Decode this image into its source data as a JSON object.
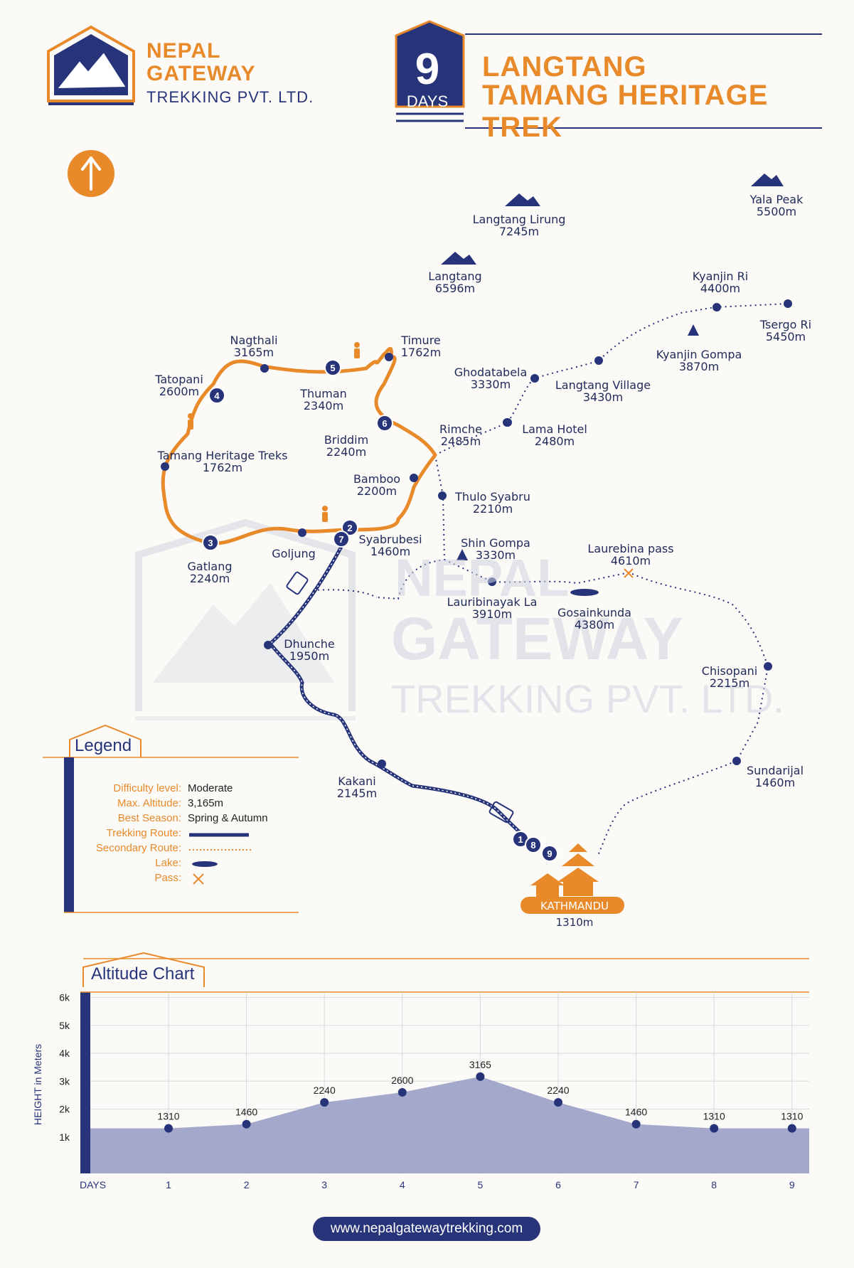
{
  "brand": {
    "name_line1": "NEPAL",
    "name_line2": "GATEWAY",
    "subtitle": "TREKKING PVT. LTD.",
    "primary_color": "#27347a",
    "accent_color": "#e8892a"
  },
  "header": {
    "days_number": "9",
    "days_label": "DAYS",
    "title_line1": "LANGTANG",
    "title_line2": "TAMANG HERITAGE TREK"
  },
  "compass": {
    "icon": "north-arrow-icon"
  },
  "peaks": [
    {
      "name": "Langtang Lirung",
      "elevation": "7245m"
    },
    {
      "name": "Yala Peak",
      "elevation": "5500m"
    },
    {
      "name": "Langtang",
      "elevation": "6596m"
    }
  ],
  "places": [
    {
      "name": "Kyanjin Ri",
      "elevation": "4400m"
    },
    {
      "name": "Tsergo Ri",
      "elevation": "5450m"
    },
    {
      "name": "Kyanjin Gompa",
      "elevation": "3870m"
    },
    {
      "name": "Nagthali",
      "elevation": "3165m"
    },
    {
      "name": "Timure",
      "elevation": "1762m"
    },
    {
      "name": "Ghodatabela",
      "elevation": "3330m"
    },
    {
      "name": "Langtang Village",
      "elevation": "3430m"
    },
    {
      "name": "Tatopani",
      "elevation": "2600m"
    },
    {
      "name": "Thuman",
      "elevation": "2340m"
    },
    {
      "name": "Rimche",
      "elevation": "2485m"
    },
    {
      "name": "Lama Hotel",
      "elevation": "2480m"
    },
    {
      "name": "Briddim",
      "elevation": "2240m"
    },
    {
      "name": "Tamang Heritage Treks",
      "elevation": "1762m"
    },
    {
      "name": "Bamboo",
      "elevation": "2200m"
    },
    {
      "name": "Thulo Syabru",
      "elevation": "2210m"
    },
    {
      "name": "Shin Gompa",
      "elevation": "3330m"
    },
    {
      "name": "Laurebina pass",
      "elevation": "4610m"
    },
    {
      "name": "Syabrubesi",
      "elevation": "1460m"
    },
    {
      "name": "Goljung",
      "elevation": ""
    },
    {
      "name": "Gatlang",
      "elevation": "2240m"
    },
    {
      "name": "Lauribinayak La",
      "elevation": "3910m"
    },
    {
      "name": "Gosainkunda",
      "elevation": "4380m"
    },
    {
      "name": "Dhunche",
      "elevation": "1950m"
    },
    {
      "name": "Chisopani",
      "elevation": "2215m"
    },
    {
      "name": "Sundarijal",
      "elevation": "1460m"
    },
    {
      "name": "Kakani",
      "elevation": "2145m"
    },
    {
      "name": "KATHMANDU",
      "elevation": "1310m"
    }
  ],
  "day_markers": [
    "1",
    "2",
    "3",
    "4",
    "5",
    "6",
    "7",
    "8",
    "9"
  ],
  "legend": {
    "title": "Legend",
    "rows": [
      {
        "label": "Difficulty level:",
        "value": "Moderate"
      },
      {
        "label": "Max. Altitude:",
        "value": "3,165m"
      },
      {
        "label": "Best Season:",
        "value": "Spring & Autumn"
      },
      {
        "label": "Trekking Route:",
        "value": ""
      },
      {
        "label": "Secondary Route:",
        "value": ""
      },
      {
        "label": "Lake:",
        "value": ""
      },
      {
        "label": "Pass:",
        "value": ""
      }
    ]
  },
  "chart_data": {
    "type": "area",
    "title": "Altitude Chart",
    "xlabel": "DAYS",
    "ylabel": "HEIGHT in Meters",
    "x": [
      1,
      2,
      3,
      4,
      5,
      6,
      7,
      8,
      9
    ],
    "values": [
      1310,
      1460,
      2240,
      2600,
      3165,
      2240,
      1460,
      1310,
      1310
    ],
    "ytick_labels": [
      "1k",
      "2k",
      "3k",
      "4k",
      "5k",
      "6k"
    ],
    "ylim": [
      0,
      6500
    ],
    "grid": true,
    "fill_color": "#9aa0c6"
  },
  "watermark": {
    "line1": "NEPAL",
    "line2": "GATEWAY",
    "line3": "TREKKING PVT. LTD."
  },
  "footer": {
    "url": "www.nepalgatewaytrekking.com"
  }
}
